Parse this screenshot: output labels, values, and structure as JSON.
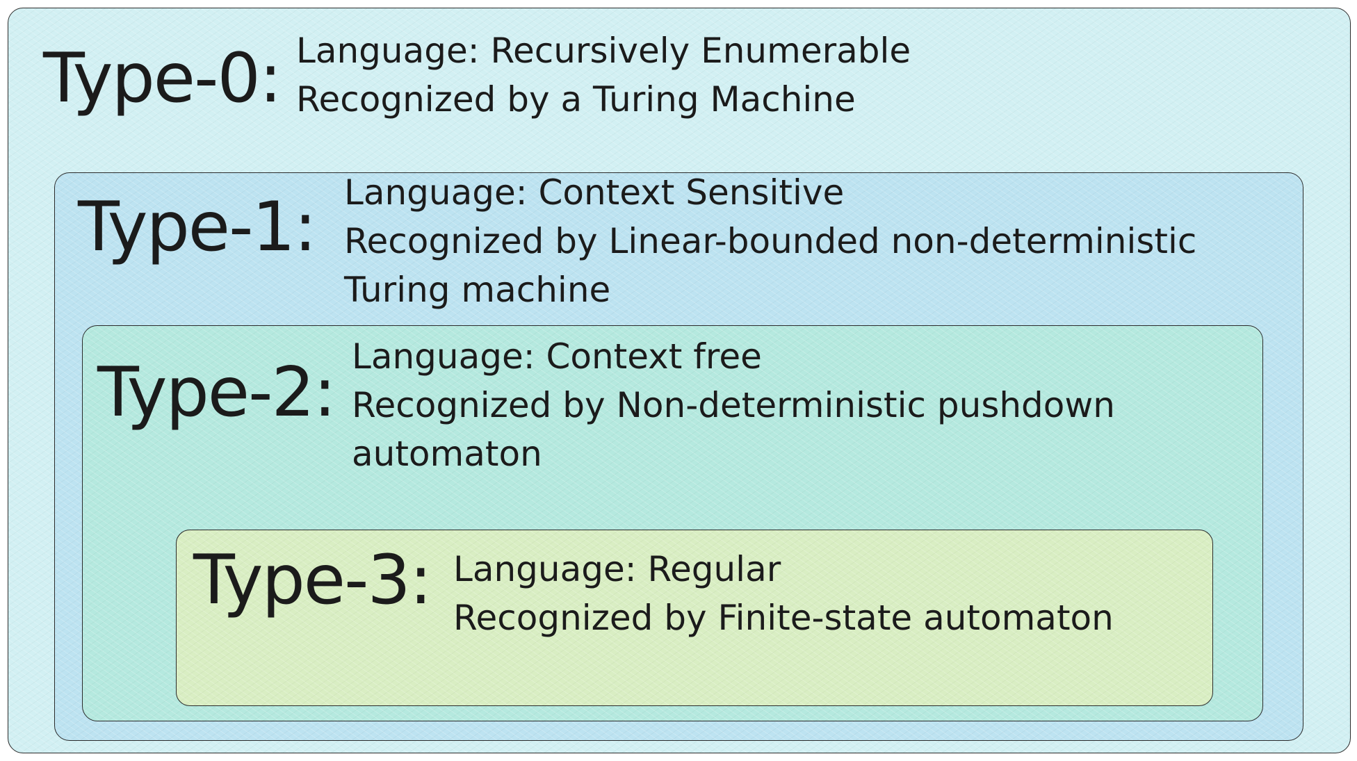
{
  "hierarchy": [
    {
      "id": "type0",
      "label": "Type-0:",
      "language": "Language: Recursively Enumerable",
      "recognizer_lines": [
        "Recognized by a Turing Machine"
      ],
      "fill_color": "#d2f0f3"
    },
    {
      "id": "type1",
      "label": "Type-1:",
      "language": "Language: Context Sensitive",
      "recognizer_lines": [
        "Recognized by Linear-bounded non-deterministic",
        "Turing machine"
      ],
      "fill_color": "#bde3f1"
    },
    {
      "id": "type2",
      "label": "Type-2:",
      "language": "Language: Context free",
      "recognizer_lines": [
        "Recognized by Non-deterministic pushdown",
        "automaton"
      ],
      "fill_color": "#b5e9df"
    },
    {
      "id": "type3",
      "label": "Type-3:",
      "language": "Language: Regular",
      "recognizer_lines": [
        "Recognized by Finite-state automaton"
      ],
      "fill_color": "#d9eec3"
    }
  ]
}
